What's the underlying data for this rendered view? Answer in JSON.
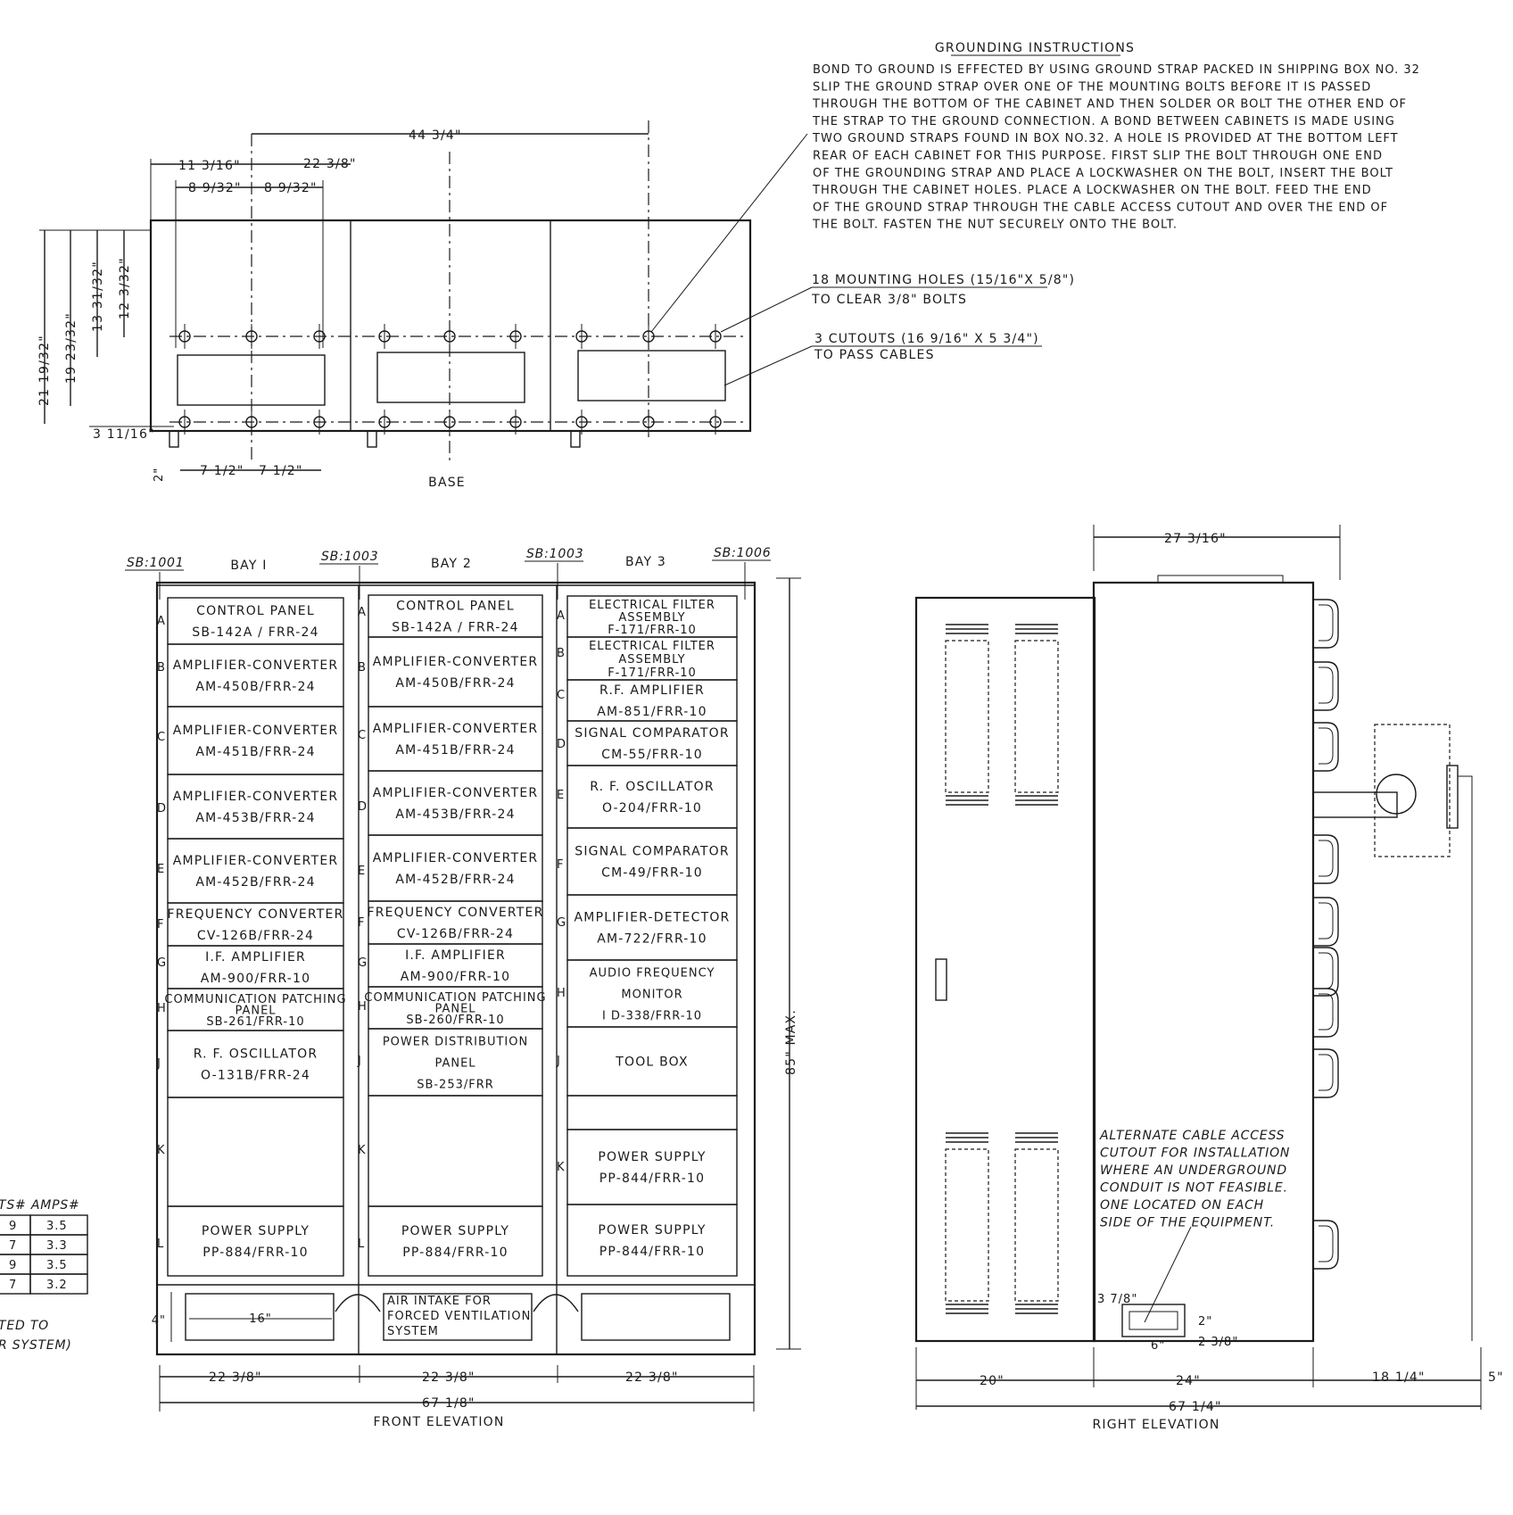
{
  "grounding": {
    "title": "GROUNDING  INSTRUCTIONS",
    "lines": [
      "BOND TO GROUND IS EFFECTED BY USING GROUND STRAP PACKED IN SHIPPING BOX NO. 32",
      "SLIP THE GROUND STRAP OVER ONE OF THE MOUNTING BOLTS BEFORE IT IS PASSED",
      "THROUGH THE BOTTOM OF THE CABINET AND THEN SOLDER OR BOLT THE OTHER END OF",
      "THE STRAP TO THE GROUND CONNECTION.  A BOND BETWEEN CABINETS IS MADE USING",
      "TWO GROUND STRAPS FOUND IN BOX NO.32. A HOLE IS PROVIDED AT THE BOTTOM LEFT",
      "REAR OF EACH CABINET FOR THIS PURPOSE. FIRST SLIP THE BOLT THROUGH ONE END",
      "OF THE GROUNDING STRAP AND PLACE A LOCKWASHER ON THE BOLT, INSERT THE BOLT",
      "THROUGH THE CABINET HOLES. PLACE A LOCKWASHER ON THE BOLT. FEED THE END",
      "OF THE GROUND STRAP THROUGH THE CABLE ACCESS CUTOUT AND OVER THE END OF",
      "THE BOLT. FASTEN THE NUT SECURELY ONTO THE BOLT."
    ]
  },
  "base": {
    "title": "BASE",
    "mounting_holes_1": "18 MOUNTING HOLES (15/16\"X 5/8\")",
    "mounting_holes_2": "TO CLEAR 3/8\" BOLTS",
    "cutouts_1": "3 CUTOUTS  (16 9/16\" X 5 3/4\")",
    "cutouts_2": "TO PASS  CABLES",
    "dims": {
      "overall": "44 3/4\"",
      "left": "11 3/16\"",
      "span": "22 3/8\"",
      "half_a": "8 9/32\"",
      "half_b": "8 9/32\"",
      "h1": "21 19/32\"",
      "h2": "19 23/32\"",
      "h3": "13 31/32\"",
      "h4": "12 3/32\"",
      "foot": "3 11/16\"",
      "bolt_a": "7 1/2\"",
      "bolt_b": "7 1/2\"",
      "small": "2\""
    }
  },
  "front": {
    "title": "FRONT   ELEVATION",
    "sb": [
      "SB:1001",
      "SB:1003",
      "SB:1003",
      "SB:1006"
    ],
    "bays": [
      "BAY  I",
      "BAY  2",
      "BAY  3"
    ],
    "max_height": "85\" MAX.",
    "bay1": {
      "letters": [
        "A",
        "B",
        "C",
        "D",
        "E",
        "F",
        "G",
        "H",
        "J",
        "K",
        "L"
      ],
      "units": [
        [
          "CONTROL  PANEL",
          "SB-142A / FRR-24"
        ],
        [
          "AMPLIFIER-CONVERTER",
          "AM-450B/FRR-24"
        ],
        [
          "AMPLIFIER-CONVERTER",
          "AM-451B/FRR-24"
        ],
        [
          "AMPLIFIER-CONVERTER",
          "AM-453B/FRR-24"
        ],
        [
          "AMPLIFIER-CONVERTER",
          "AM-452B/FRR-24"
        ],
        [
          "FREQUENCY  CONVERTER",
          "CV-126B/FRR-24"
        ],
        [
          "I.F.  AMPLIFIER",
          "AM-900/FRR-10"
        ],
        [
          "COMMUNICATION PATCHING",
          "PANEL",
          "SB-261/FRR-10"
        ],
        [
          "R. F. OSCILLATOR",
          "O-131B/FRR-24"
        ],
        [],
        [
          "POWER   SUPPLY",
          "PP-884/FRR-10"
        ]
      ]
    },
    "bay2": {
      "letters": [
        "A",
        "B",
        "C",
        "D",
        "E",
        "F",
        "G",
        "H",
        "J",
        "K",
        "L"
      ],
      "units": [
        [
          "CONTROL  PANEL",
          "SB-142A / FRR-24"
        ],
        [
          "AMPLIFIER-CONVERTER",
          "AM-450B/FRR-24"
        ],
        [
          "AMPLIFIER-CONVERTER",
          "AM-451B/FRR-24"
        ],
        [
          "AMPLIFIER-CONVERTER",
          "AM-453B/FRR-24"
        ],
        [
          "AMPLIFIER-CONVERTER",
          "AM-452B/FRR-24"
        ],
        [
          "FREQUENCY  CONVERTER",
          "CV-126B/FRR-24"
        ],
        [
          "I.F.  AMPLIFIER",
          "AM-900/FRR-10"
        ],
        [
          "COMMUNICATION PATCHING",
          "PANEL",
          "SB-260/FRR-10"
        ],
        [
          "POWER  DISTRIBUTION",
          "PANEL",
          "SB-253/FRR"
        ],
        [],
        [
          "POWER   SUPPLY",
          "PP-884/FRR-10"
        ]
      ]
    },
    "bay3": {
      "letters": [
        "A",
        "B",
        "C",
        "D",
        "E",
        "F",
        "G",
        "H",
        "J",
        "K"
      ],
      "units": [
        [
          "ELECTRICAL  FILTER",
          "ASSEMBLY",
          "F-171/FRR-10"
        ],
        [
          "ELECTRICAL  FILTER",
          "ASSEMBLY",
          "F-171/FRR-10"
        ],
        [
          "R.F. AMPLIFIER",
          "AM-851/FRR-10"
        ],
        [
          "SIGNAL  COMPARATOR",
          "CM-55/FRR-10"
        ],
        [
          "R. F.  OSCILLATOR",
          "O-204/FRR-10"
        ],
        [
          "SIGNAL  COMPARATOR",
          "CM-49/FRR-10"
        ],
        [
          "AMPLIFIER-DETECTOR",
          "AM-722/FRR-10"
        ],
        [
          "AUDIO  FREQUENCY",
          "MONITOR",
          "I D-338/FRR-10"
        ],
        [
          "TOOL  BOX"
        ],
        [],
        [
          "POWER   SUPPLY",
          "PP-844/FRR-10"
        ],
        [
          "POWER   SUPPLY",
          "PP-844/FRR-10"
        ]
      ]
    },
    "air_intake": [
      "AIR  INTAKE  FOR",
      "FORCED  VENTILATION",
      "SYSTEM"
    ],
    "dims": {
      "bay_w1": "22 3/8\"",
      "bay_w2": "22 3/8\"",
      "bay_w3": "22  3/8\"",
      "total": "67  1/8\"",
      "plenum_h": "4\"",
      "plenum_w": "16\""
    }
  },
  "table": {
    "header": "TS# AMPS#",
    "rows": [
      [
        "9",
        "3.5"
      ],
      [
        "7",
        "3.3"
      ],
      [
        "9",
        "3.5"
      ],
      [
        "7",
        "3.2"
      ]
    ],
    "note_1": "TED  TO",
    "note_2": "R  SYSTEM)"
  },
  "right": {
    "title": "RIGHT   ELEVATION",
    "note": [
      "ALTERNATE  CABLE  ACCESS",
      "CUTOUT  FOR  INSTALLATION",
      "WHERE  AN  UNDERGROUND",
      "CONDUIT  IS  NOT  FEASIBLE.",
      "ONE  LOCATED  ON  EACH",
      "SIDE  OF  THE  EQUIPMENT."
    ],
    "dims": {
      "top": "27  3/16\"",
      "door": "20\"",
      "depth": "24\"",
      "ext": "18  1/4\"",
      "tail": "5\"",
      "total": "67  1/4\"",
      "cut_w": "6\"",
      "cut_off": "3 7/8\"",
      "cut_h": "2\"",
      "cut_b": "2 3/8\""
    }
  }
}
